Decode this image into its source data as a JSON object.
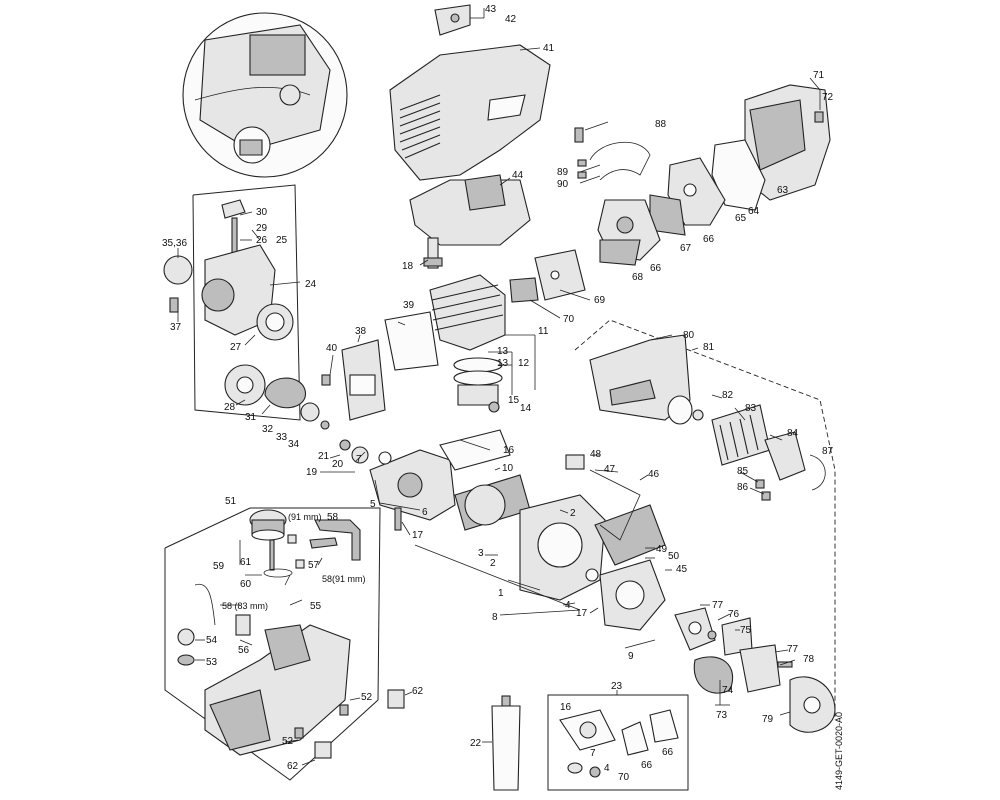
{
  "drawing": {
    "code": "4149-GET-0020-A0"
  },
  "labels": {
    "l43": "43",
    "l42": "42",
    "l41": "41",
    "l44": "44",
    "l18": "18",
    "l71": "71",
    "l72": "72",
    "l88": "88",
    "l89": "89",
    "l90": "90",
    "l63": "63",
    "l64": "64",
    "l65": "65",
    "l66a": "66",
    "l67": "67",
    "l66b": "66",
    "l68": "68",
    "l69": "69",
    "l70": "70",
    "l3536": "35,36",
    "l37": "37",
    "l30": "30",
    "l29": "29",
    "l26": "26",
    "l25": "25",
    "l24": "24",
    "l27": "27",
    "l28": "28",
    "l31": "31",
    "l32": "32",
    "l33": "33",
    "l34": "34",
    "l39": "39",
    "l38": "38",
    "l40": "40",
    "l11": "11",
    "l13a": "13",
    "l13b": "13",
    "l12": "12",
    "l15": "15",
    "l14": "14",
    "l80": "80",
    "l81": "81",
    "l82": "82",
    "l83": "83",
    "l84": "84",
    "l85": "85",
    "l86": "86",
    "l87": "87",
    "l16": "16",
    "l21": "21",
    "l20": "20",
    "l19": "19",
    "l7a": "7",
    "l10": "10",
    "l5": "5",
    "l6": "6",
    "l17a": "17",
    "l48": "48",
    "l47": "47",
    "l46": "46",
    "l2a": "2",
    "l3": "3",
    "l2b": "2",
    "l1": "1",
    "l4": "4",
    "l8": "8",
    "l17b": "17",
    "l49": "49",
    "l50": "50",
    "l45": "45",
    "l9": "9",
    "l77a": "77",
    "l76": "76",
    "l75": "75",
    "l77b": "77",
    "l78": "78",
    "l74": "74",
    "l73": "73",
    "l79": "79",
    "l51": "51",
    "l91a": "(91 mm)",
    "l58a": "58",
    "l59": "59",
    "l61": "61",
    "l60": "60",
    "l57": "57",
    "l5891": "58(91 mm)",
    "l5883": "58 (83 mm)",
    "l55": "55",
    "l54": "54",
    "l56": "56",
    "l53": "53",
    "l52a": "52",
    "l52b": "52",
    "l62a": "62",
    "l62b": "62",
    "l22": "22",
    "l23": "23",
    "l16b": "16",
    "l70b": "70",
    "l66c": "66",
    "l66d": "66",
    "l7b": "7",
    "l4b": "4"
  },
  "colors": {
    "line": "#222222",
    "part_light": "#e6e6e6",
    "part_dark": "#bdbdbd",
    "background": "#ffffff"
  },
  "icons": [
    "magnifier-detail-icon"
  ]
}
